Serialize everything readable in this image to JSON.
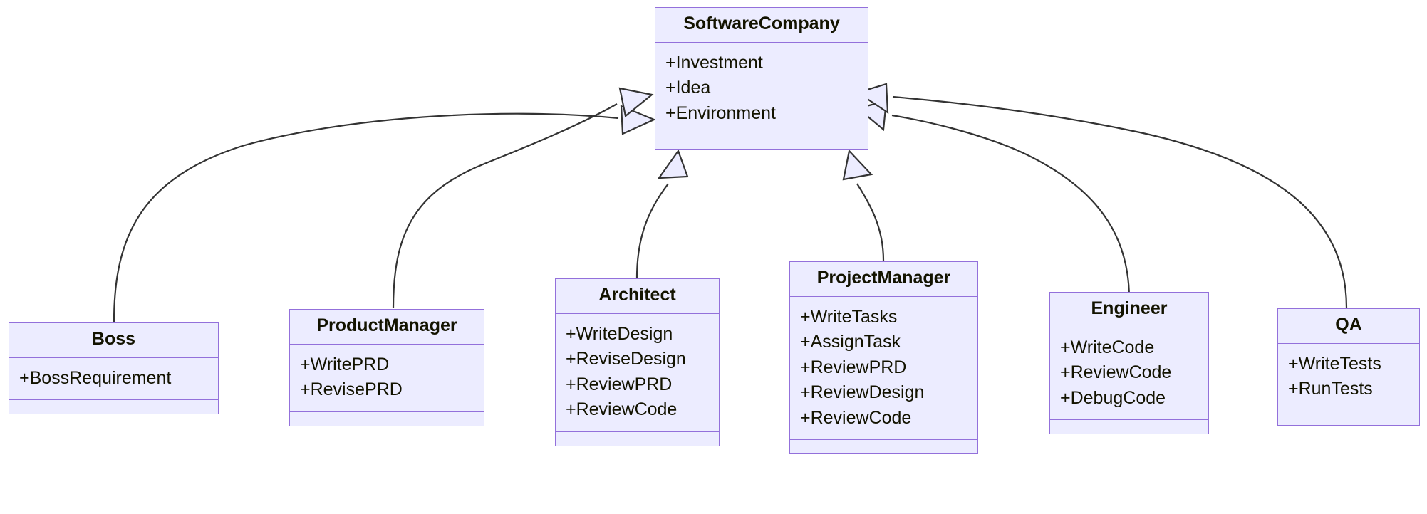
{
  "diagram": {
    "type": "uml-class-diagram",
    "title": "",
    "relationship": "inheritance",
    "colors": {
      "node_fill": "#ECECFF",
      "node_border": "#9370DB",
      "edge_stroke": "#333333",
      "text": "#131300",
      "background": "#FFFFFF"
    },
    "classes": [
      {
        "id": "software-company",
        "name": "SoftwareCompany",
        "members": [
          "+Investment",
          "+Idea",
          "+Environment"
        ],
        "methods": []
      },
      {
        "id": "boss",
        "name": "Boss",
        "members": [
          "+BossRequirement"
        ],
        "methods": []
      },
      {
        "id": "product-manager",
        "name": "ProductManager",
        "members": [
          "+WritePRD",
          "+RevisePRD"
        ],
        "methods": []
      },
      {
        "id": "architect",
        "name": "Architect",
        "members": [
          "+WriteDesign",
          "+ReviseDesign",
          "+ReviewPRD",
          "+ReviewCode"
        ],
        "methods": []
      },
      {
        "id": "project-manager",
        "name": "ProjectManager",
        "members": [
          "+WriteTasks",
          "+AssignTask",
          "+ReviewPRD",
          "+ReviewDesign",
          "+ReviewCode"
        ],
        "methods": []
      },
      {
        "id": "engineer",
        "name": "Engineer",
        "members": [
          "+WriteCode",
          "+ReviewCode",
          "+DebugCode"
        ],
        "methods": []
      },
      {
        "id": "qa",
        "name": "QA",
        "members": [
          "+WriteTests",
          "+RunTests"
        ],
        "methods": []
      }
    ],
    "edges": [
      {
        "from": "boss",
        "to": "software-company",
        "kind": "inheritance"
      },
      {
        "from": "product-manager",
        "to": "software-company",
        "kind": "inheritance"
      },
      {
        "from": "architect",
        "to": "software-company",
        "kind": "inheritance"
      },
      {
        "from": "project-manager",
        "to": "software-company",
        "kind": "inheritance"
      },
      {
        "from": "engineer",
        "to": "software-company",
        "kind": "inheritance"
      },
      {
        "from": "qa",
        "to": "software-company",
        "kind": "inheritance"
      }
    ]
  }
}
